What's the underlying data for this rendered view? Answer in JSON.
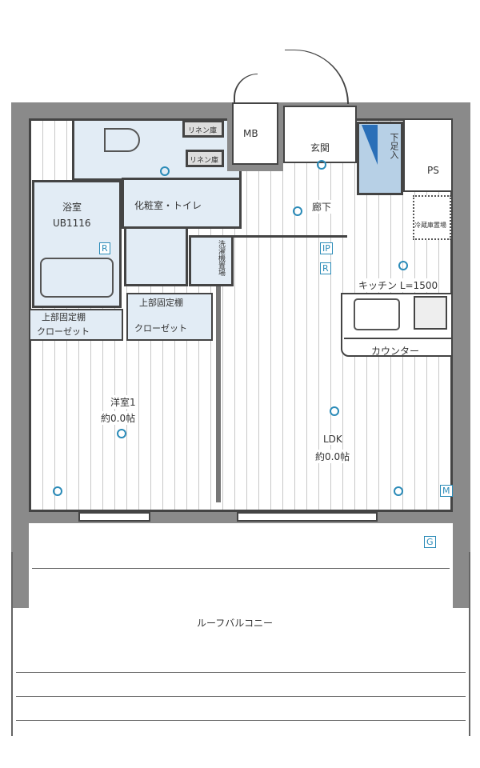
{
  "rooms": {
    "bath": "浴室",
    "bath_code": "UB1116",
    "washroom": "化粧室・トイレ",
    "linen1": "リネン庫",
    "linen2": "リネン庫",
    "mb": "MB",
    "entrance": "玄関",
    "shoe": "下足入",
    "ps": "PS",
    "hall": "廊下",
    "fridge": "冷蔵庫置場",
    "laundry": "洗濯機置場",
    "kitchen": "キッチン L=1500",
    "counter": "カウンター",
    "shelf1": "上部固定棚",
    "closet1": "クローゼット",
    "shelf2": "上部固定棚",
    "closet2": "クローゼット",
    "western": "洋室1",
    "western_size": "約0.0帖",
    "ldk": "LDK",
    "ldk_size": "約0.0帖",
    "balcony": "ルーフバルコニー"
  },
  "symbols": {
    "ip": "IP",
    "r1": "R",
    "r2": "R",
    "m": "M",
    "g": "G"
  },
  "colors": {
    "wall": "#8a8a8a",
    "device": "#2b8bb8",
    "wet": "#e2ecf5"
  }
}
